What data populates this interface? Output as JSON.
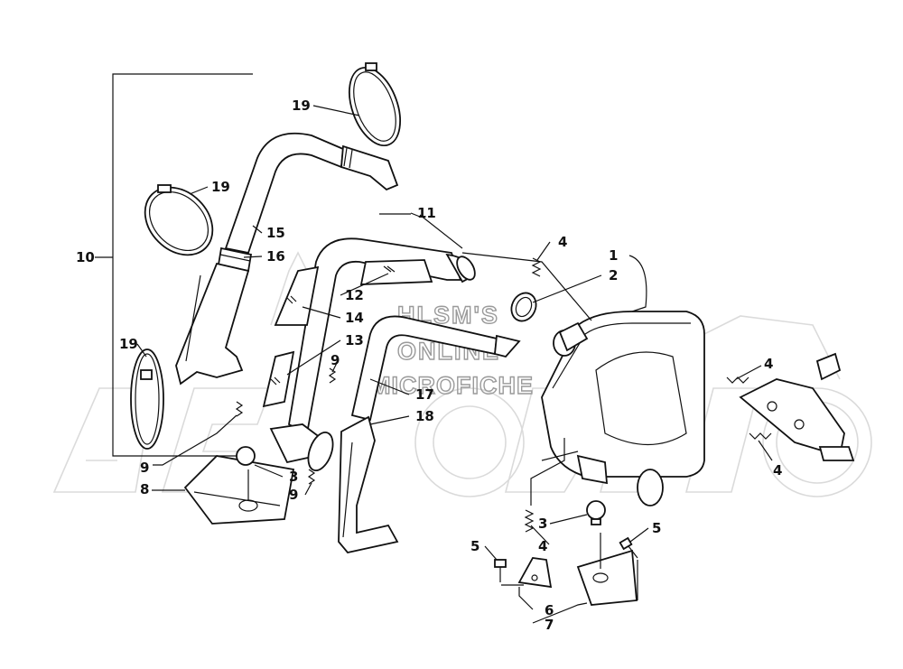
{
  "watermark": {
    "line1": "HLSM'S",
    "line2": "ONLINE",
    "line3": "MICROFICHE"
  },
  "callouts": {
    "c1": "1",
    "c2": "2",
    "c3a": "3",
    "c3b": "3",
    "c4a": "4",
    "c4b": "4",
    "c4c": "4",
    "c4d": "4",
    "c5a": "5",
    "c5b": "5",
    "c6": "6",
    "c7": "7",
    "c8": "8",
    "c9a": "9",
    "c9b": "9",
    "c9c": "9",
    "c10": "10",
    "c11": "11",
    "c12": "12",
    "c13": "13",
    "c14": "14",
    "c15": "15",
    "c16": "16",
    "c17": "17",
    "c18": "18",
    "c19a": "19",
    "c19b": "19",
    "c19c": "19"
  }
}
